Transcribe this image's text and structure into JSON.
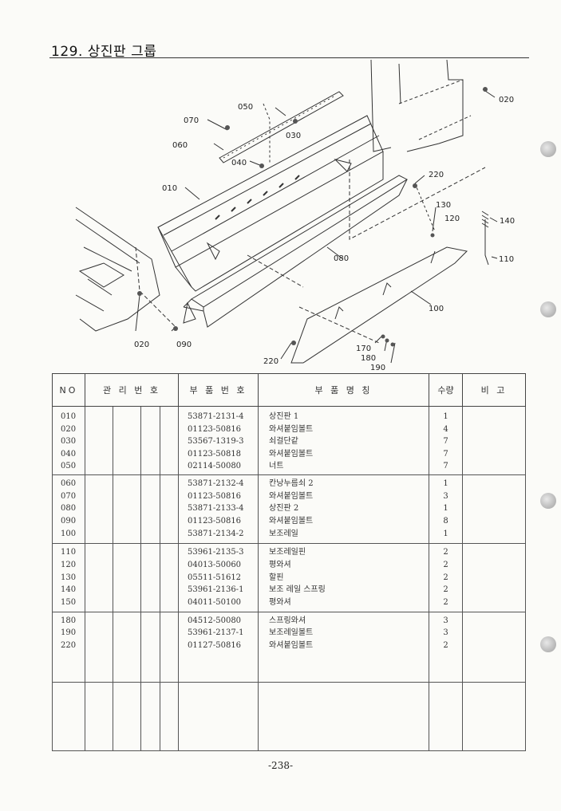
{
  "page": {
    "title": "129. 상진판 그룹",
    "page_number": "-238-"
  },
  "diagram": {
    "labels": {
      "l050": "050",
      "l070": "070",
      "l030": "030",
      "l060": "060",
      "l040": "040",
      "l010": "010",
      "l020a": "020",
      "l220a": "220",
      "l130": "130",
      "l120": "120",
      "l140": "140",
      "l110": "110",
      "l080": "080",
      "l100": "100",
      "l020b": "020",
      "l090": "090",
      "l220b": "220",
      "l170": "170",
      "l180": "180",
      "l190": "190"
    }
  },
  "table": {
    "headers": {
      "no": "NO",
      "mgmt": "관 리 번 호",
      "part": "부 품 번 호",
      "name": "부 품 명 칭",
      "qty": "수량",
      "remark": "비 고"
    },
    "groups": [
      {
        "rows": [
          {
            "no": "010",
            "part": "53871-2131-4",
            "name": "상진판 1",
            "qty": "1"
          },
          {
            "no": "020",
            "part": "01123-50816",
            "name": "와셔붙임볼트",
            "qty": "4"
          },
          {
            "no": "030",
            "part": "53567-1319-3",
            "name": "쇠걸단같",
            "qty": "7"
          },
          {
            "no": "040",
            "part": "01123-50818",
            "name": "와셔붙임볼트",
            "qty": "7"
          },
          {
            "no": "050",
            "part": "02114-50080",
            "name": "너트",
            "qty": "7"
          }
        ]
      },
      {
        "rows": [
          {
            "no": "060",
            "part": "53871-2132-4",
            "name": "칸낭누름쇠 2",
            "qty": "1"
          },
          {
            "no": "070",
            "part": "01123-50816",
            "name": "와셔붙임볼트",
            "qty": "3"
          },
          {
            "no": "080",
            "part": "53871-2133-4",
            "name": "상진판 2",
            "qty": "1"
          },
          {
            "no": "090",
            "part": "01123-50816",
            "name": "와셔붙임볼트",
            "qty": "8"
          },
          {
            "no": "100",
            "part": "53871-2134-2",
            "name": "보조레일",
            "qty": "1"
          }
        ]
      },
      {
        "rows": [
          {
            "no": "110",
            "part": "53961-2135-3",
            "name": "보조레일핀",
            "qty": "2"
          },
          {
            "no": "120",
            "part": "04013-50060",
            "name": "평와셔",
            "qty": "2"
          },
          {
            "no": "130",
            "part": "05511-51612",
            "name": "할핀",
            "qty": "2"
          },
          {
            "no": "140",
            "part": "53961-2136-1",
            "name": "보조 레일 스프링",
            "qty": "2"
          },
          {
            "no": "150",
            "part": "04011-50100",
            "name": "평와셔",
            "qty": "2"
          }
        ]
      },
      {
        "rows": [
          {
            "no": "180",
            "part": "04512-50080",
            "name": "스프링와셔",
            "qty": "3"
          },
          {
            "no": "190",
            "part": "53961-2137-1",
            "name": "보조레일볼트",
            "qty": "3"
          },
          {
            "no": "220",
            "part": "01127-50816",
            "name": "와셔붙임볼트",
            "qty": "2"
          }
        ]
      }
    ]
  }
}
